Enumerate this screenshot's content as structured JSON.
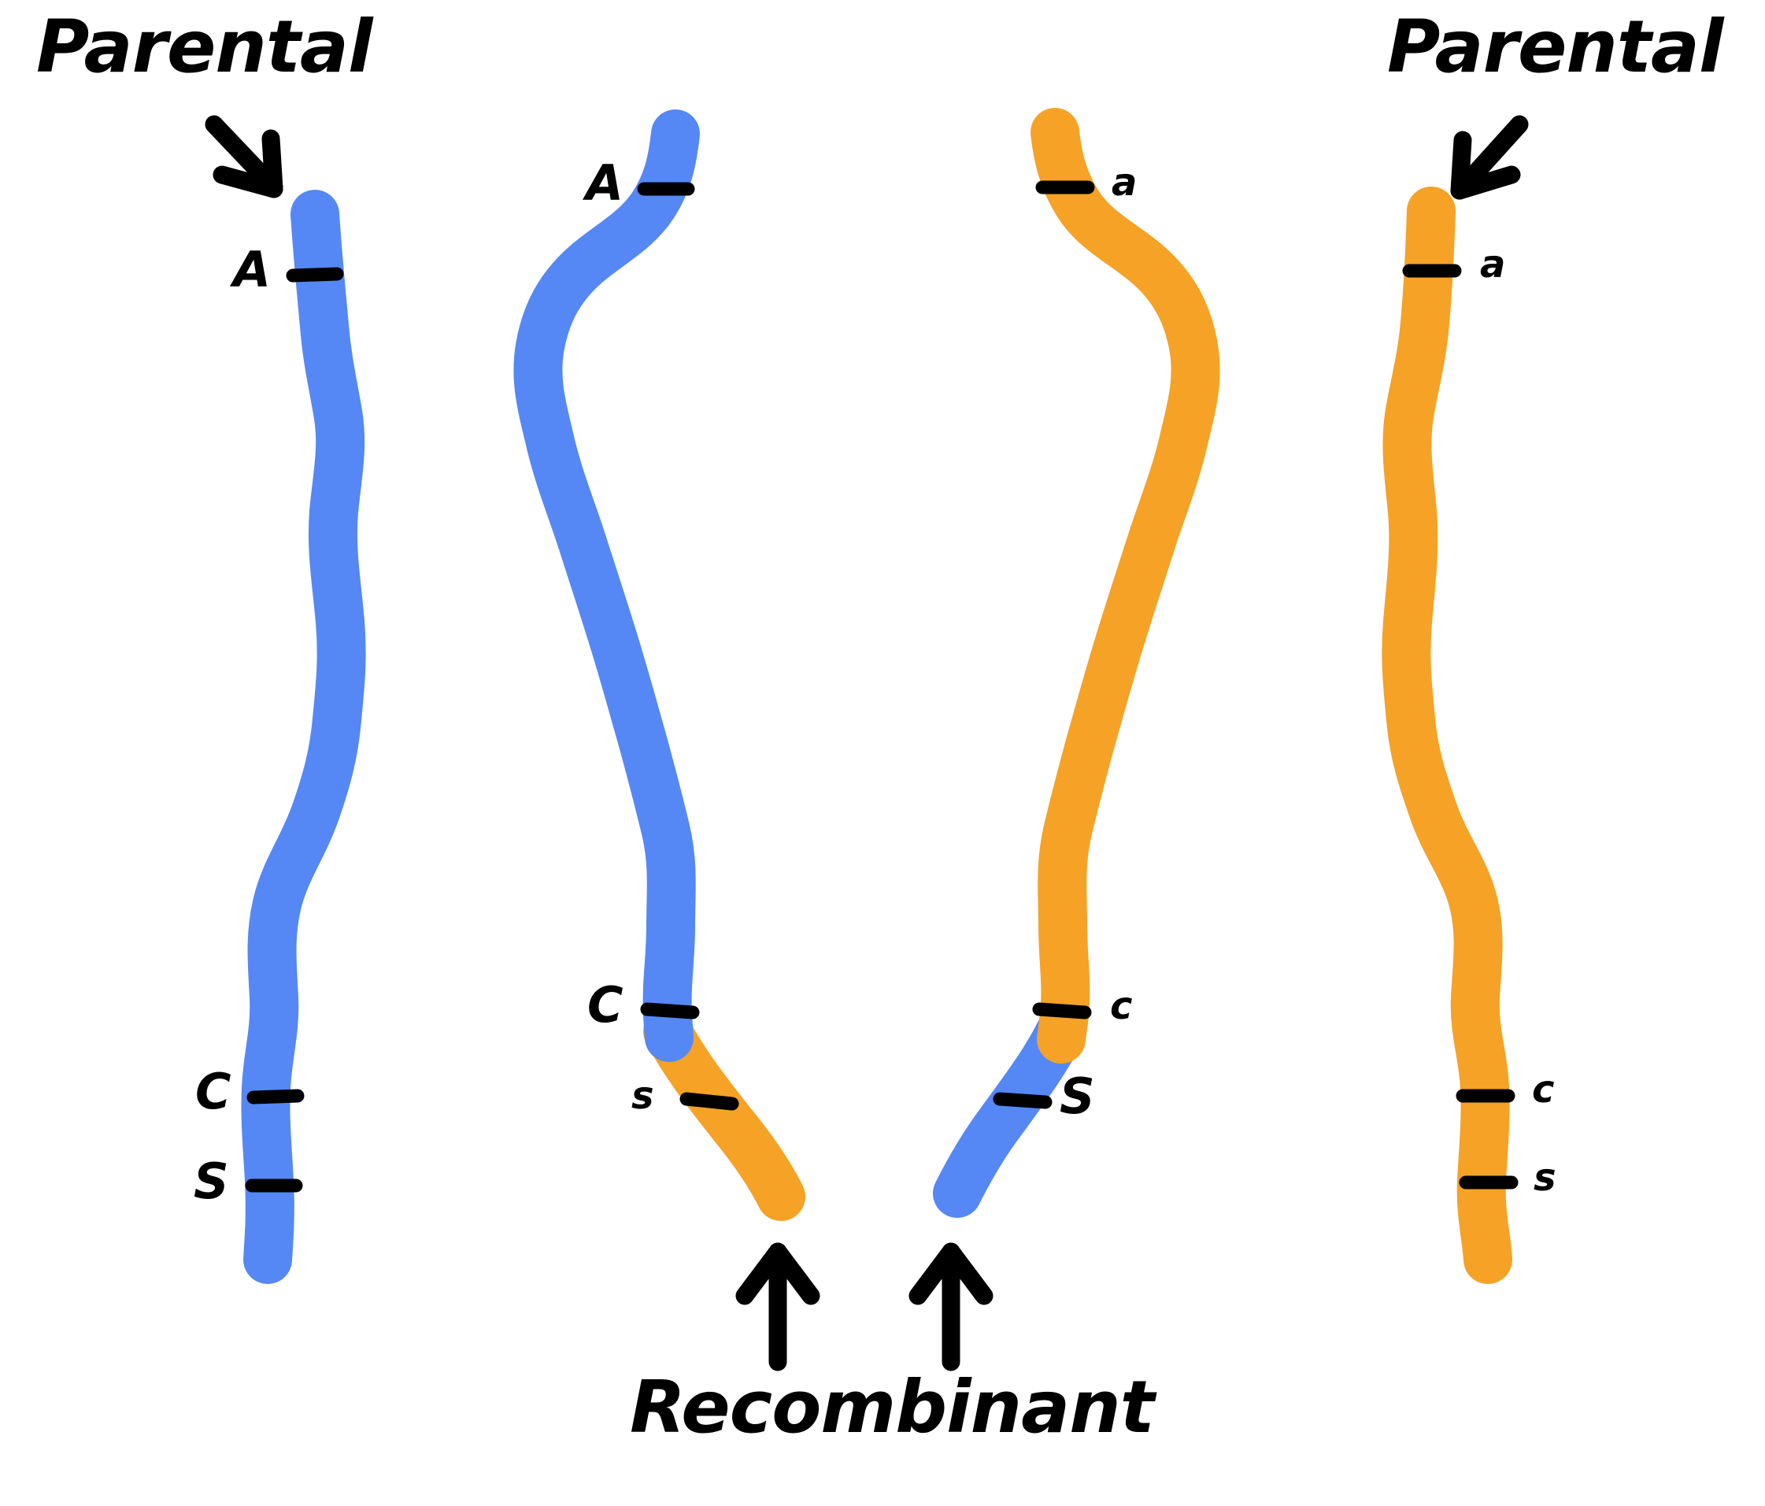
{
  "diagram": {
    "title_left": "Parental",
    "title_right": "Parental",
    "title_bottom": "Recombinant",
    "colors": {
      "blue": "#5588f5",
      "orange": "#f5a226",
      "ink": "#000000",
      "background": "#ffffff"
    },
    "chromatids": [
      {
        "id": "chromatid-1",
        "type": "parental",
        "color": "blue",
        "alleles": [
          {
            "symbol": "A",
            "position": "top",
            "case": "upper"
          },
          {
            "symbol": "C",
            "position": "lower",
            "case": "upper"
          },
          {
            "symbol": "S",
            "position": "bottom",
            "case": "upper"
          }
        ]
      },
      {
        "id": "chromatid-2",
        "type": "recombinant",
        "color": "blue-to-orange",
        "alleles": [
          {
            "symbol": "A",
            "position": "top",
            "case": "upper"
          },
          {
            "symbol": "C",
            "position": "lower",
            "case": "upper"
          },
          {
            "symbol": "s",
            "position": "bottom",
            "case": "lower"
          }
        ]
      },
      {
        "id": "chromatid-3",
        "type": "recombinant",
        "color": "orange-to-blue",
        "alleles": [
          {
            "symbol": "a",
            "position": "top",
            "case": "lower"
          },
          {
            "symbol": "c",
            "position": "lower",
            "case": "lower"
          },
          {
            "symbol": "S",
            "position": "bottom",
            "case": "upper"
          }
        ]
      },
      {
        "id": "chromatid-4",
        "type": "parental",
        "color": "orange",
        "alleles": [
          {
            "symbol": "a",
            "position": "top",
            "case": "lower"
          },
          {
            "symbol": "c",
            "position": "lower",
            "case": "lower"
          },
          {
            "symbol": "s",
            "position": "bottom",
            "case": "lower"
          }
        ]
      }
    ],
    "labels": {
      "c1_a": "A",
      "c1_c": "C",
      "c1_s": "S",
      "c2_a": "A",
      "c2_c": "C",
      "c2_s": "s",
      "c3_a": "a",
      "c3_c": "c",
      "c3_s": "S",
      "c4_a": "a",
      "c4_c": "c",
      "c4_s": "s"
    },
    "arrows": [
      {
        "id": "arrow-parental-left",
        "direction": "down-right"
      },
      {
        "id": "arrow-parental-right",
        "direction": "down-left"
      },
      {
        "id": "arrow-recombinant-left",
        "direction": "up"
      },
      {
        "id": "arrow-recombinant-right",
        "direction": "up"
      }
    ]
  }
}
